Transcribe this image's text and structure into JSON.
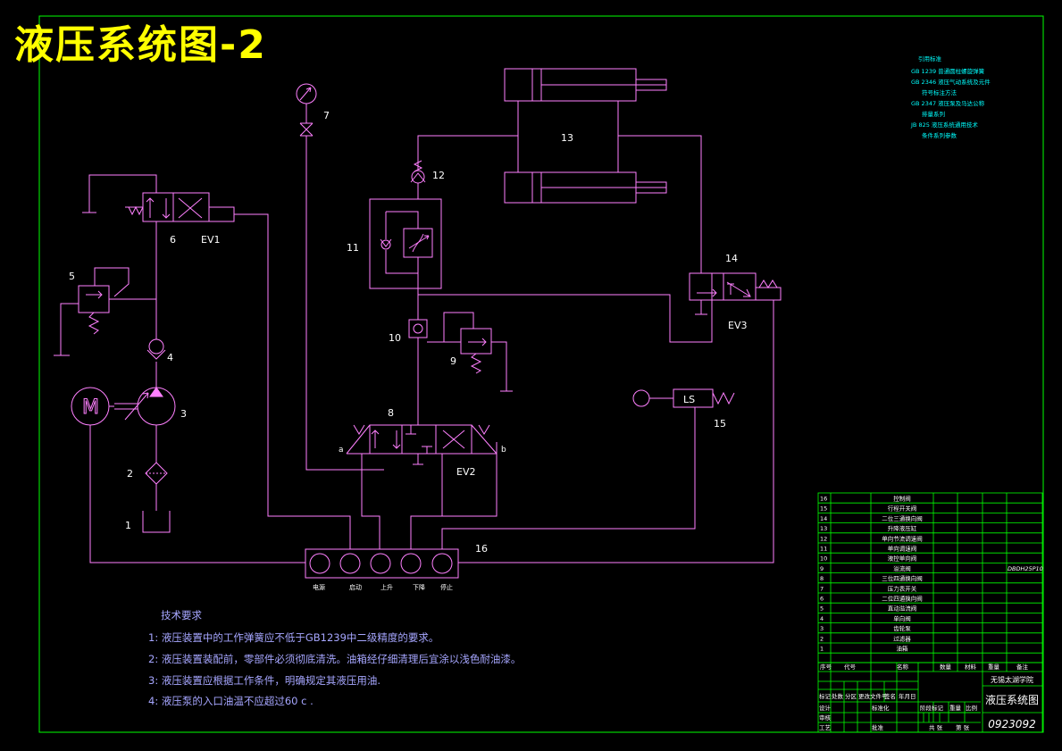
{
  "title": "液压系统图-2",
  "standards": [
    "引用标准",
    "GB 1239 普通圆柱螺旋弹簧",
    "GB 2346 液压气动系统及元件",
    "符号标注方法",
    "GB 2347 液压泵及马达公称",
    "排量系列",
    "JB 825 液压系统通用技术",
    "条件系列参数"
  ],
  "components": {
    "c1": "1",
    "c2": "2",
    "c3": "3",
    "c4": "4",
    "c5": "5",
    "c6": "6",
    "c7": "7",
    "c8": "8",
    "c9": "9",
    "c10": "10",
    "c11": "11",
    "c12": "12",
    "c13": "13",
    "c14": "14",
    "c15": "15",
    "c16": "16",
    "ev1": "EV1",
    "ev2": "EV2",
    "ev3": "EV3",
    "ls": "LS",
    "motor": "M",
    "port_a": "a",
    "port_b": "b"
  },
  "buttons": [
    "电源",
    "启动",
    "上升",
    "下降",
    "停止"
  ],
  "requirements": {
    "heading": "技术要求",
    "items": [
      "1: 液压装置中的工作弹簧应不低于GB1239中二级精度的要求。",
      "2: 液压装置装配前，零部件必须彻底清洗。油箱经仔细清理后宜涂以浅色耐油漆。",
      "3: 液压装置应根据工作条件，明确规定其液压用油.",
      "4: 液压泵的入口油温不应超过60 c ."
    ]
  },
  "parts_list": [
    {
      "no": "16",
      "name": "控制阀",
      "spec": ""
    },
    {
      "no": "15",
      "name": "行程开关阀",
      "spec": ""
    },
    {
      "no": "14",
      "name": "二位三通换向阀",
      "spec": ""
    },
    {
      "no": "13",
      "name": "升降液压缸",
      "spec": ""
    },
    {
      "no": "12",
      "name": "单向节流调速阀",
      "spec": ""
    },
    {
      "no": "11",
      "name": "单向调速阀",
      "spec": ""
    },
    {
      "no": "10",
      "name": "液控单向阀",
      "spec": ""
    },
    {
      "no": "9",
      "name": "溢流阀",
      "spec": "DBDH25P10"
    },
    {
      "no": "8",
      "name": "三位四通换向阀",
      "spec": ""
    },
    {
      "no": "7",
      "name": "压力表开关",
      "spec": ""
    },
    {
      "no": "6",
      "name": "二位四通换向阀",
      "spec": ""
    },
    {
      "no": "5",
      "name": "直动溢流阀",
      "spec": ""
    },
    {
      "no": "4",
      "name": "单向阀",
      "spec": ""
    },
    {
      "no": "3",
      "name": "齿轮泵",
      "spec": ""
    },
    {
      "no": "2",
      "name": "过滤器",
      "spec": ""
    },
    {
      "no": "1",
      "name": "油箱",
      "spec": ""
    }
  ],
  "title_block": {
    "col_no": "序号",
    "col_code": "代号",
    "col_name": "名称",
    "col_qty": "数量",
    "col_material": "材料",
    "col_weight": "重量",
    "col_remark": "备注",
    "school": "无锡太湖学院",
    "drawing_name": "液压系统图",
    "drawing_no": "0923092",
    "mark": "标记",
    "count": "处数",
    "zone": "分区",
    "change_doc": "更改文件号",
    "signature": "签名",
    "date": "年月日",
    "design": "设计",
    "standardize": "标准化",
    "stage_mark": "阶段标记",
    "weight": "重量",
    "scale": "比例",
    "review": "审核",
    "process": "工艺",
    "approve": "批准",
    "total": "共 张",
    "sheet": "第 张"
  },
  "colors": {
    "background": "#000000",
    "line": "#ff80ff",
    "frame": "#00ff00",
    "title": "#ffff00",
    "text": "#ffffff",
    "note": "#a6a6ff",
    "standard": "#00ffff"
  }
}
